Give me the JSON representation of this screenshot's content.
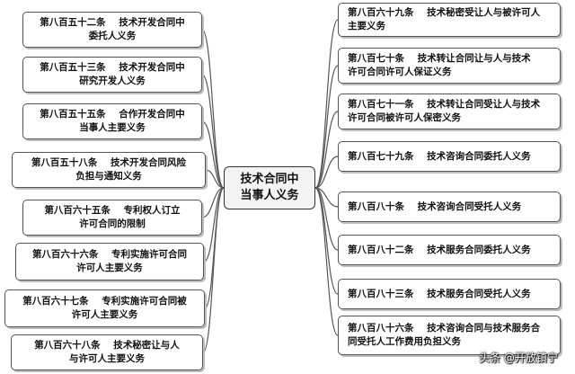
{
  "center": "技术合同中\n当事人义务",
  "left": [
    {
      "label": "第八百五十二条    技术开发合同中\n委托人义务"
    },
    {
      "label": "第八百五十三条    技术开发合同中\n研究开发人义务"
    },
    {
      "label": "第八百五十五条    合作开发合同中\n当事人主要义务"
    },
    {
      "label": "第八百五十八条    技术开发合同风险\n负担与通知义务"
    },
    {
      "label": "第八百六十五条    专利权人订立\n许可合同的限制"
    },
    {
      "label": "第八百六十六条    专利实施许可合同\n许可人主要义务"
    },
    {
      "label": "第八百六十七条    专利实施许可合同被\n许可人主要义务"
    },
    {
      "label": "第八百六十八条    技术秘密让与人\n与许可人主要义务"
    }
  ],
  "right": [
    {
      "label": "第八百六十九条    技术秘密受让人与被许可人\n主要义务"
    },
    {
      "label": "第八百七十条    技术转让合同让与人与技术\n许可合同许可人保证义务"
    },
    {
      "label": "第八百七十一条    技术转让合同受让人与技术\n许可合同被许可人保密义务"
    },
    {
      "label": "第八百七十九条    技术咨询合同委托人义务"
    },
    {
      "label": "第八百八十条    技术咨询合同受托人义务"
    },
    {
      "label": "第八百八十二条    技术服务合同委托人义务"
    },
    {
      "label": "第八百八十三条    技术服务合同受托人义务"
    },
    {
      "label": "第八百八十六条    技术咨询合同与技术服务合\n同受托人工作费用负担义务"
    }
  ],
  "watermark": "头条 @开放镇宁",
  "colors": {
    "line": "#555555",
    "border": "#555555",
    "shadow": "#bdbdbd",
    "center_bg": "#f3f3f3"
  }
}
